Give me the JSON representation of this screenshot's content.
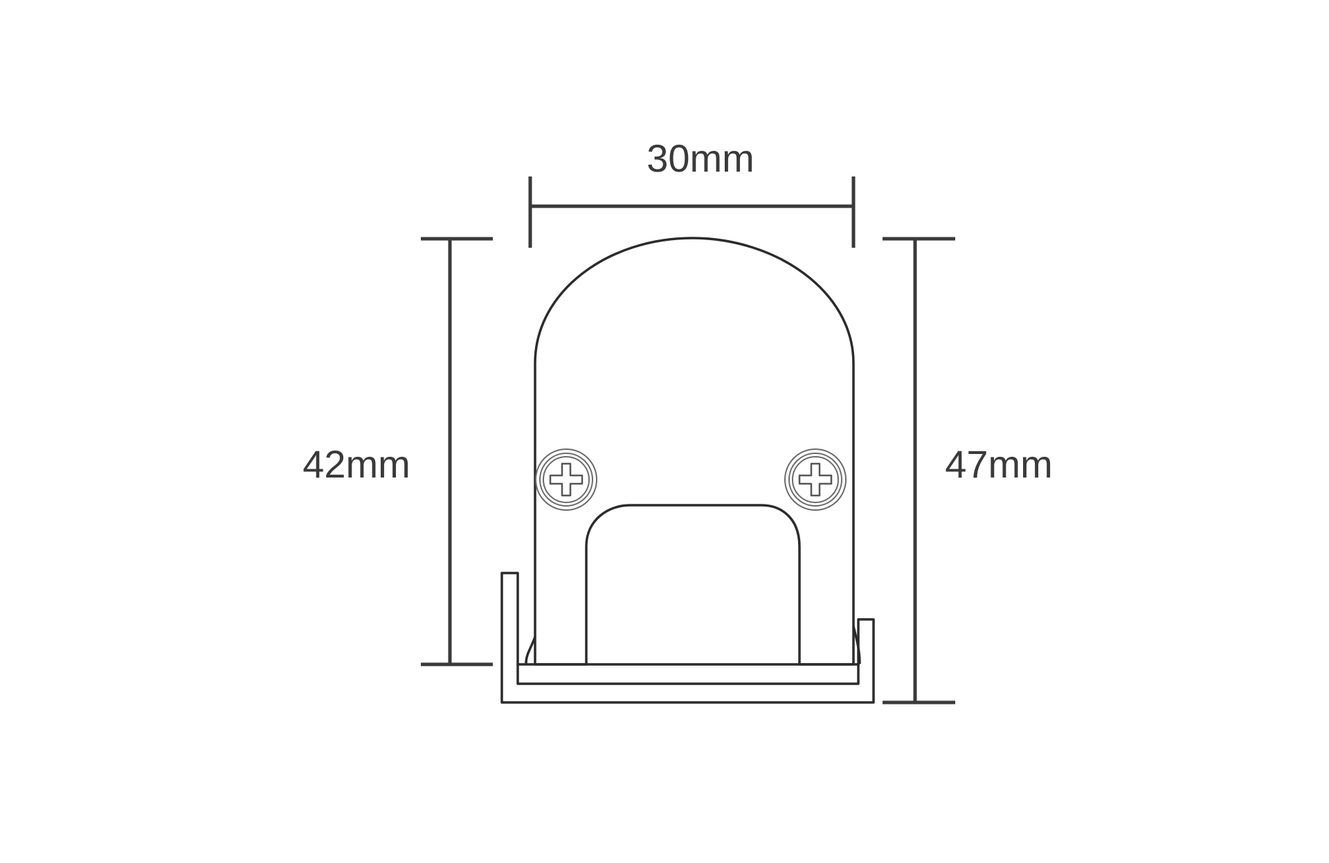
{
  "dimensions": {
    "width_label": "30mm",
    "inner_height_label": "42mm",
    "outer_height_label": "47mm"
  },
  "colors": {
    "line": "#2b2b2b",
    "dimension": "#3a3a3a",
    "background": "#ffffff"
  },
  "icons": {
    "left_screw": "phillips-screw-icon",
    "right_screw": "phillips-screw-icon"
  }
}
